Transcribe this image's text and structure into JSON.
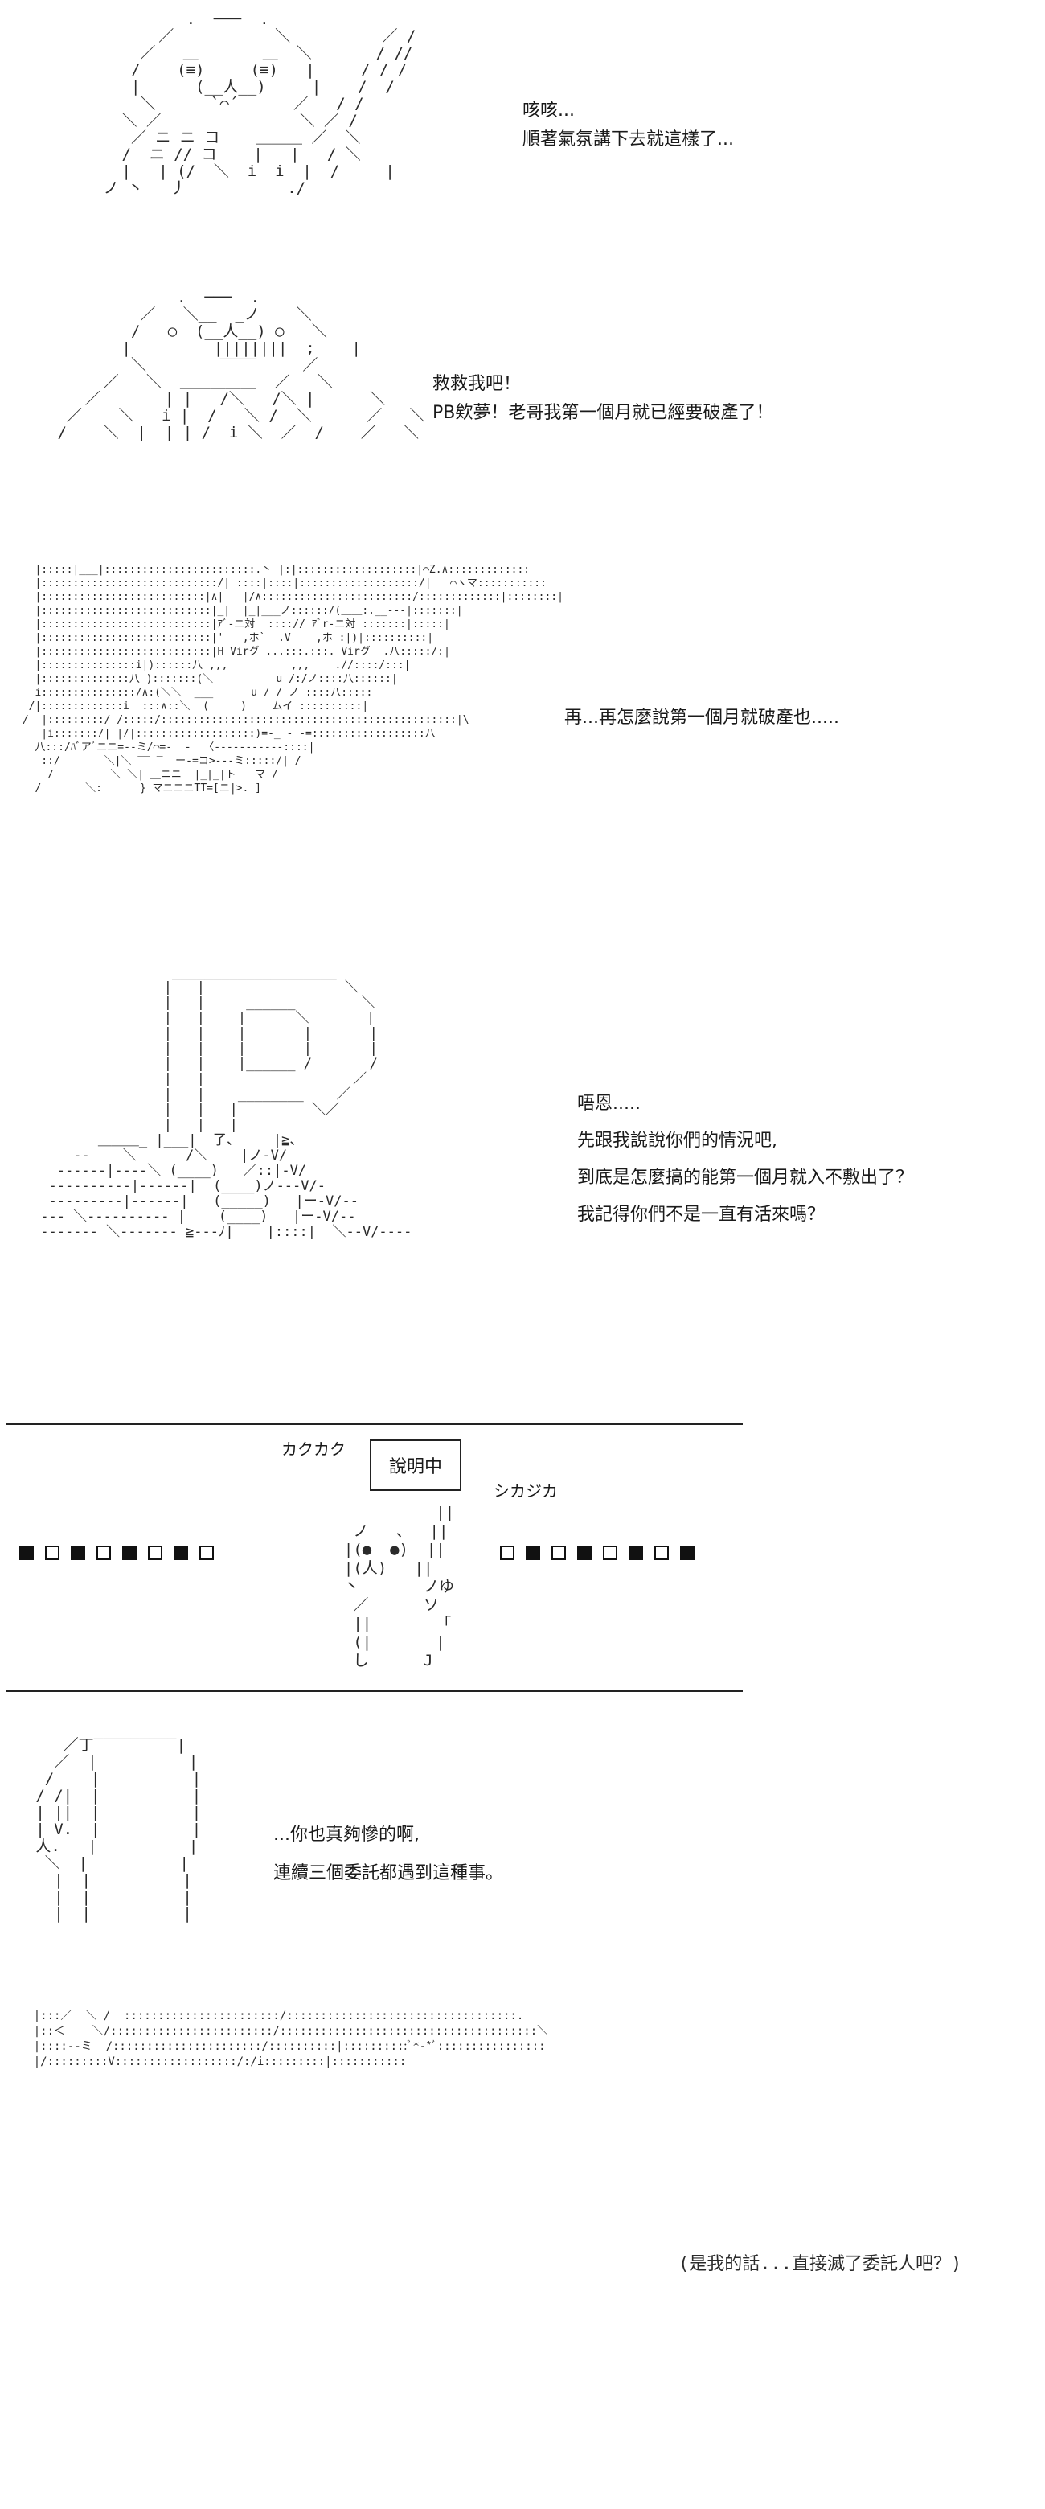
{
  "panel1": {
    "lines": [
      "咳咳...",
      "順著氣氛講下去就這樣了..."
    ]
  },
  "panel2": {
    "lines": [
      "救救我吧！",
      "PB欸夢！老哥我第一個月就已經要破產了！"
    ]
  },
  "panel3": {
    "lines": [
      "再...再怎麼說第一個月就破產也....."
    ]
  },
  "panel4": {
    "lines": [
      "唔恩.....",
      "先跟我說說你們的情況吧,",
      "到底是怎麼搞的能第一個月就入不敷出了？",
      "我記得你們不是一直有活來嗎？"
    ]
  },
  "panel5": {
    "sfx_left": "カクカク",
    "sfx_right": "シカジカ",
    "sign": "說明中",
    "squares_left": [
      "filled",
      "open",
      "filled",
      "open",
      "filled",
      "open",
      "filled",
      "open"
    ],
    "squares_right": [
      "open",
      "filled",
      "open",
      "filled",
      "open",
      "filled",
      "open",
      "filled"
    ]
  },
  "panel6": {
    "lines": [
      "...你也真夠慘的啊,",
      "連續三個委託都遇到這種事。"
    ]
  },
  "panel7": {
    "lines": [
      "(是我的話...直接滅了委託人吧？)"
    ]
  }
}
